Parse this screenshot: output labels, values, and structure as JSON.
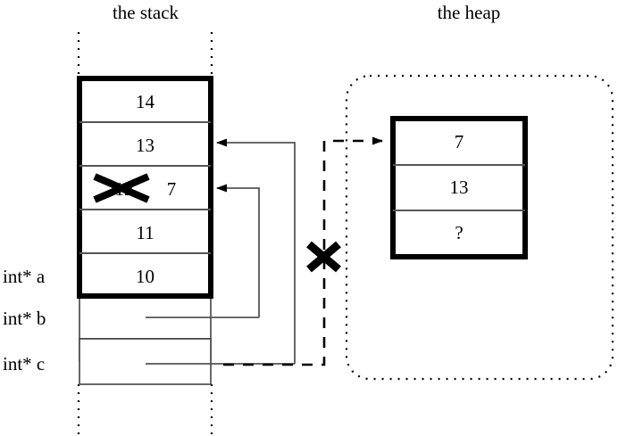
{
  "diagram": {
    "stack": {
      "title": "the stack",
      "frame_cells": [
        {
          "value": "14"
        },
        {
          "value": "13"
        },
        {
          "value": "12",
          "struck_out": true,
          "new_value": "7"
        },
        {
          "value": "11"
        },
        {
          "value": "10"
        }
      ],
      "variable_cells": [
        {
          "label": "int* a",
          "value": ""
        },
        {
          "label": "int* b",
          "value": ""
        },
        {
          "label": "int* c",
          "value": ""
        }
      ]
    },
    "heap": {
      "title": "the heap",
      "block_cells": [
        {
          "value": "7"
        },
        {
          "value": "13"
        },
        {
          "value": "?"
        }
      ]
    },
    "annotations": {
      "strike_marker": "x-mark",
      "broken_pointer_marker": "x-mark"
    },
    "colors": {
      "ink": "#000000",
      "background": "#ffffff",
      "thin_rule": "#555555"
    }
  }
}
